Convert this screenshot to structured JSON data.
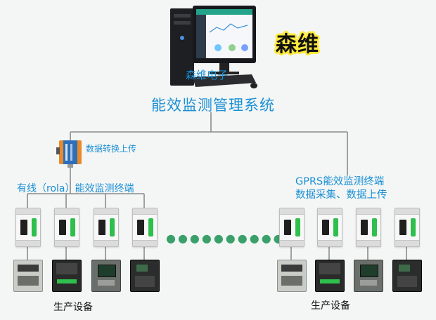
{
  "logo": {
    "text": "森维"
  },
  "brand": {
    "name": "森维电子"
  },
  "system": {
    "title": "能效监测管理系统"
  },
  "converter": {
    "label": "数据转换上传"
  },
  "wired_terminal": {
    "label": "有线（rola）能效监测终端"
  },
  "gprs_terminal": {
    "line1": "GPRS能效监测终端",
    "line2": "数据采集、数据上传"
  },
  "production_equipment": {
    "left_label": "生产设备",
    "right_label": "生产设备"
  },
  "colors": {
    "accent": "#1a8fd6",
    "line": "#8a8a8a",
    "meter_led": "#2fbf4c"
  },
  "icons": [
    "computer-icon",
    "data-converter-icon",
    "energy-meter-icon",
    "production-device-icon"
  ]
}
